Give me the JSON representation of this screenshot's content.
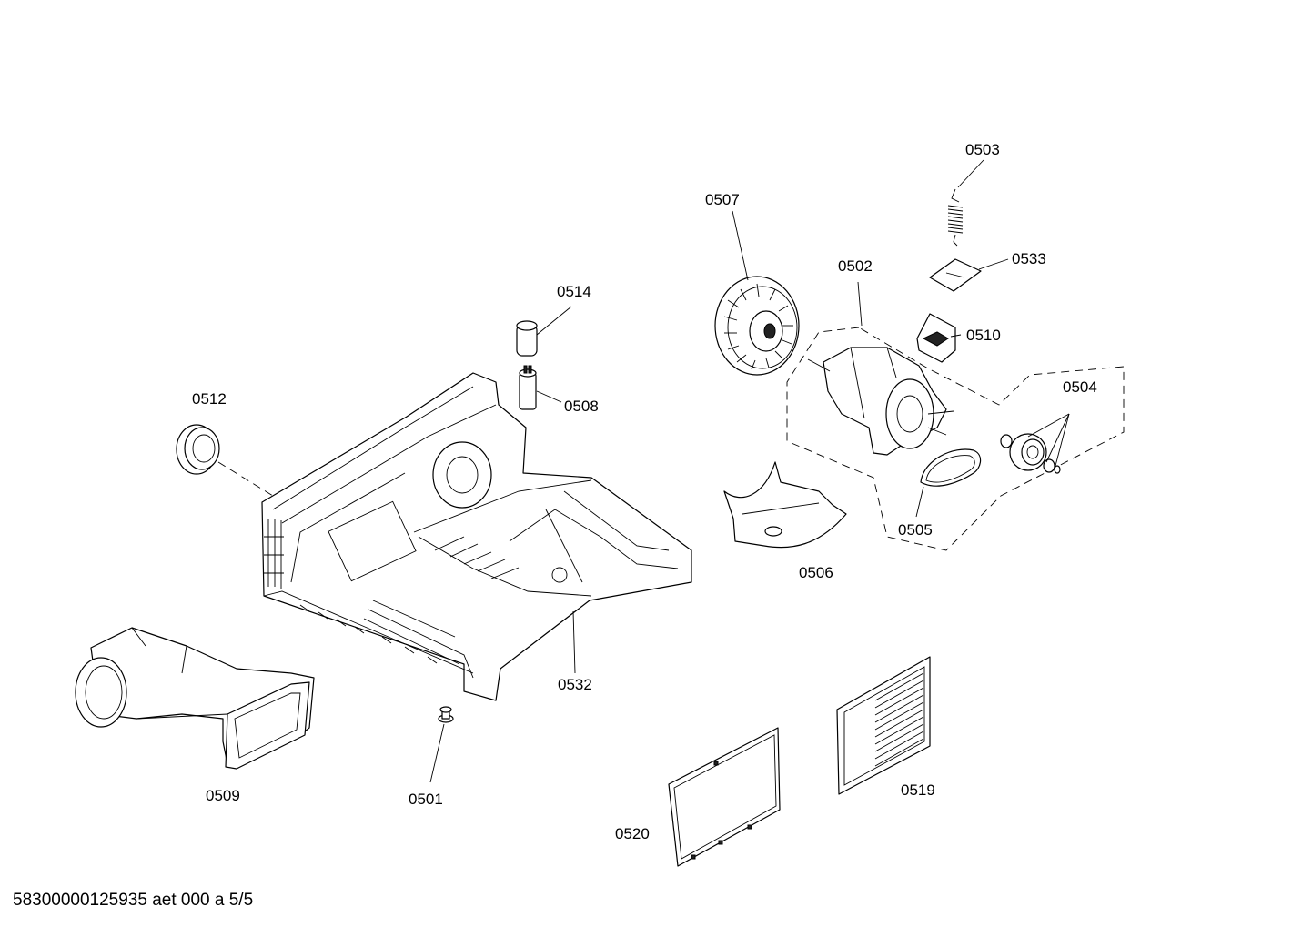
{
  "parts": [
    {
      "id": "p0501",
      "label": "0501"
    },
    {
      "id": "p0502",
      "label": "0502"
    },
    {
      "id": "p0503",
      "label": "0503"
    },
    {
      "id": "p0504",
      "label": "0504"
    },
    {
      "id": "p0505",
      "label": "0505"
    },
    {
      "id": "p0506",
      "label": "0506"
    },
    {
      "id": "p0507",
      "label": "0507"
    },
    {
      "id": "p0508",
      "label": "0508"
    },
    {
      "id": "p0509",
      "label": "0509"
    },
    {
      "id": "p0510",
      "label": "0510"
    },
    {
      "id": "p0512",
      "label": "0512"
    },
    {
      "id": "p0514",
      "label": "0514"
    },
    {
      "id": "p0519",
      "label": "0519"
    },
    {
      "id": "p0520",
      "label": "0520"
    },
    {
      "id": "p0532",
      "label": "0532"
    },
    {
      "id": "p0533",
      "label": "0533"
    }
  ],
  "footer": "58300000125935 aet 000 a 5/5"
}
